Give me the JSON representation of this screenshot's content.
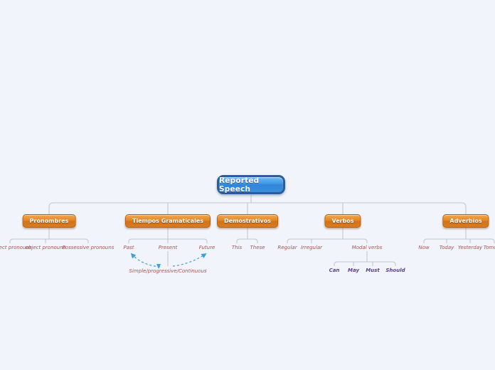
{
  "root": {
    "label": "Reported Speech"
  },
  "branches": [
    {
      "label": "Pronombres",
      "children": [
        {
          "label": "Subject pronouns"
        },
        {
          "label": "object pronouns"
        },
        {
          "label": "Possessive pronouns"
        }
      ]
    },
    {
      "label": "Tiempos Gramaticales",
      "children": [
        {
          "label": "Past"
        },
        {
          "label": "Present",
          "children": [
            {
              "label": "Simple/progressive/Continuous"
            }
          ]
        },
        {
          "label": "Future"
        }
      ]
    },
    {
      "label": "Demostrativos",
      "children": [
        {
          "label": "This"
        },
        {
          "label": "These"
        }
      ]
    },
    {
      "label": "Verbos",
      "children": [
        {
          "label": "Regular"
        },
        {
          "label": "Irregular"
        },
        {
          "label": "Modal verbs",
          "children": [
            {
              "label": "Can"
            },
            {
              "label": "May"
            },
            {
              "label": "Must"
            },
            {
              "label": "Should"
            }
          ]
        }
      ]
    },
    {
      "label": "Adverbios",
      "children": [
        {
          "label": "Now"
        },
        {
          "label": "Today"
        },
        {
          "label": "Yesterday"
        },
        {
          "label": "Tomorrow"
        }
      ]
    }
  ],
  "colors": {
    "background": "#f1f4fb",
    "root_fill": "#3e97e6",
    "root_border": "#2b5d9d",
    "branch_fill": "#e3851f",
    "branch_border": "#b85c12",
    "leaf_text": "#a5554d",
    "modal_leaf_text": "#5c3e90",
    "connector": "#c3c7cd",
    "relationship_arrow": "#3b9fe0"
  }
}
